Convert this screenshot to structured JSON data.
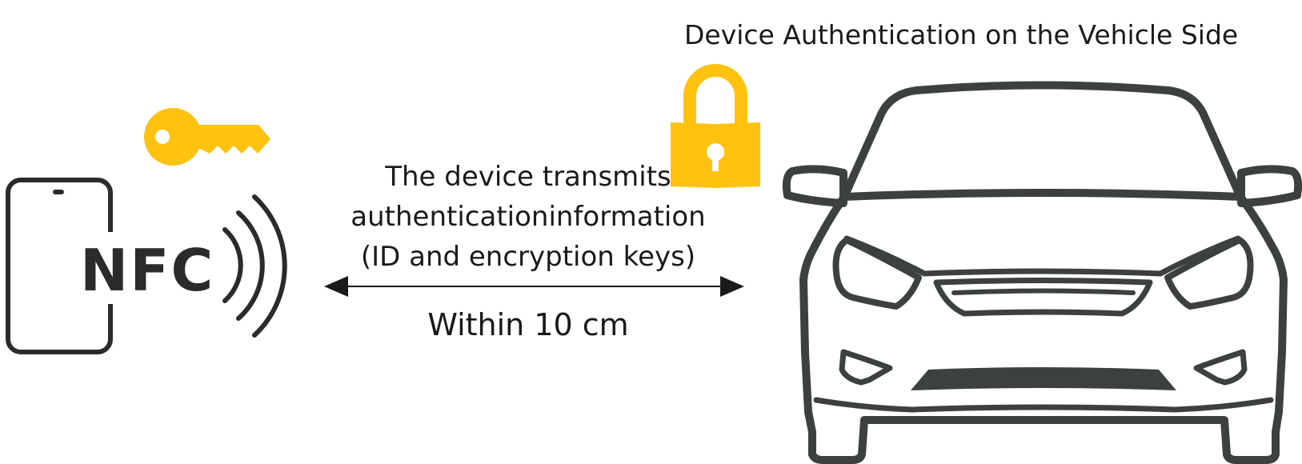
{
  "vehicle_title": "Device Authentication on the Vehicle Side",
  "transmission": {
    "line1": "The device transmits",
    "line2": "authenticationinformation",
    "line3": "(ID and encryption keys)"
  },
  "distance_label": "Within 10 cm",
  "phone": {
    "label": "NFC"
  },
  "icons": {
    "phone": "smartphone-icon",
    "key": "key-icon",
    "lock": "padlock-icon",
    "signal": "nfc-signal-waves-icon",
    "arrow": "double-headed-arrow-icon",
    "vehicle": "car-front-icon"
  },
  "colors": {
    "accent": "#ffc20e",
    "outline": "#2b2b2b",
    "car_body": "#3d4041"
  }
}
